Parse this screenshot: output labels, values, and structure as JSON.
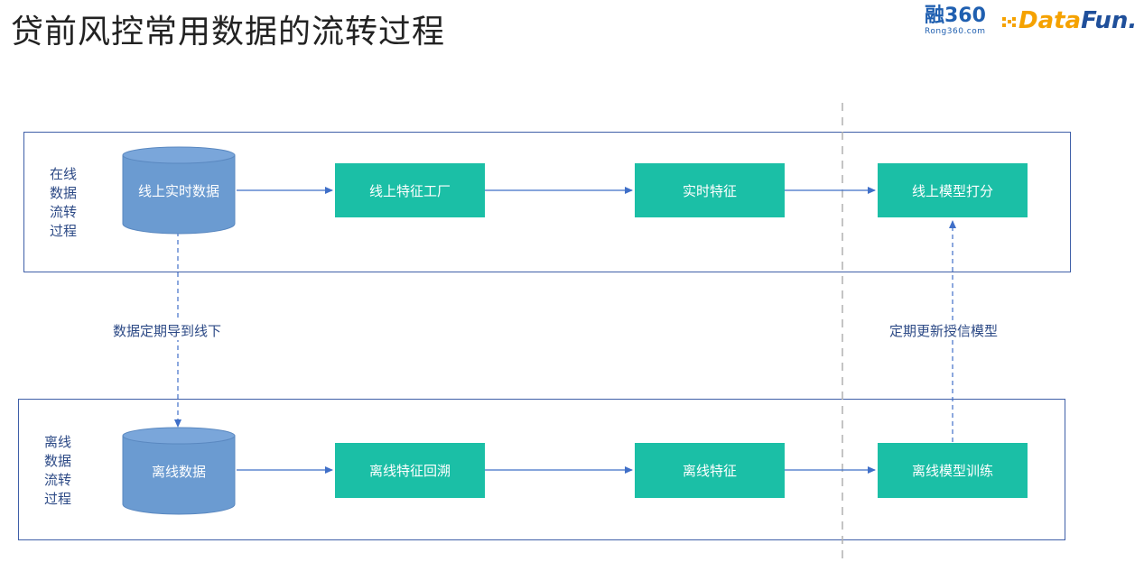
{
  "title": "贷前风控常用数据的流转过程",
  "logos": {
    "rong360_main": "融360",
    "rong360_sub": "Rong360.com",
    "datafun_a": "Data",
    "datafun_b": "Fun."
  },
  "online": {
    "side_label": [
      "在线",
      "数据",
      "流转",
      "过程"
    ],
    "database": "线上实时数据",
    "nodes": [
      "线上特征工厂",
      "实时特征",
      "线上模型打分"
    ]
  },
  "offline": {
    "side_label": [
      "离线",
      "数据",
      "流转",
      "过程"
    ],
    "database": "离线数据",
    "nodes": [
      "离线特征回溯",
      "离线特征",
      "离线模型训练"
    ]
  },
  "edges": {
    "down_label": "数据定期导到线下",
    "up_label": "定期更新授信模型"
  },
  "colors": {
    "box": "#1bbfa6",
    "cylinder": "#6b9bd1",
    "border": "#3f5fa8",
    "arrow": "#3f6fc8",
    "datafun_orange": "#f5a200",
    "rong360_blue": "#1f5fb0"
  }
}
